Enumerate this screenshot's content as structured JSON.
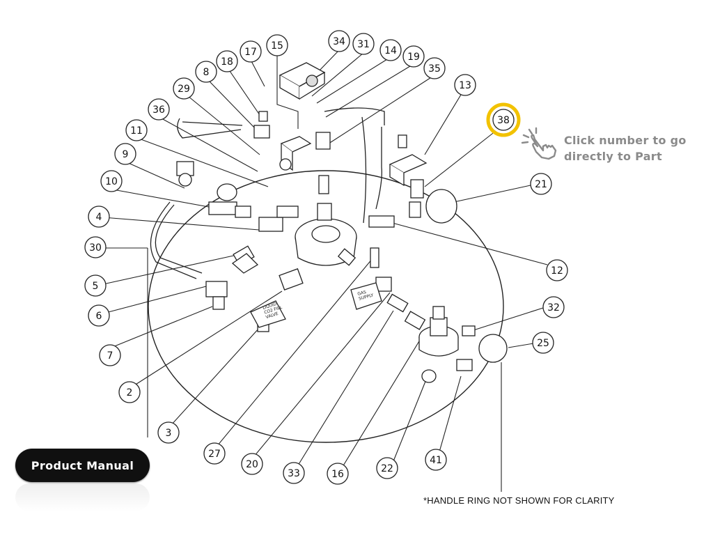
{
  "hint": {
    "line1": "Click number to go",
    "line2": "directly to Part"
  },
  "footnote": "*HANDLE RING NOT SHOWN FOR CLARITY",
  "manual_button": {
    "label": "Product Manual"
  },
  "part_labels": {
    "liquid": "LIQUID\nCO2 FILL\nVALVE",
    "gas": "GAS\nSUPPLY"
  },
  "highlight_color": "#f2c200",
  "callouts": [
    {
      "n": "34"
    },
    {
      "n": "31"
    },
    {
      "n": "14"
    },
    {
      "n": "19"
    },
    {
      "n": "35"
    },
    {
      "n": "15"
    },
    {
      "n": "17"
    },
    {
      "n": "18"
    },
    {
      "n": "8"
    },
    {
      "n": "29"
    },
    {
      "n": "36"
    },
    {
      "n": "11"
    },
    {
      "n": "9"
    },
    {
      "n": "10"
    },
    {
      "n": "4"
    },
    {
      "n": "30"
    },
    {
      "n": "5"
    },
    {
      "n": "6"
    },
    {
      "n": "7"
    },
    {
      "n": "2"
    },
    {
      "n": "3"
    },
    {
      "n": "27"
    },
    {
      "n": "20"
    },
    {
      "n": "33"
    },
    {
      "n": "16"
    },
    {
      "n": "22"
    },
    {
      "n": "41"
    },
    {
      "n": "25"
    },
    {
      "n": "32"
    },
    {
      "n": "12"
    },
    {
      "n": "21"
    },
    {
      "n": "13"
    },
    {
      "n": "38"
    }
  ]
}
